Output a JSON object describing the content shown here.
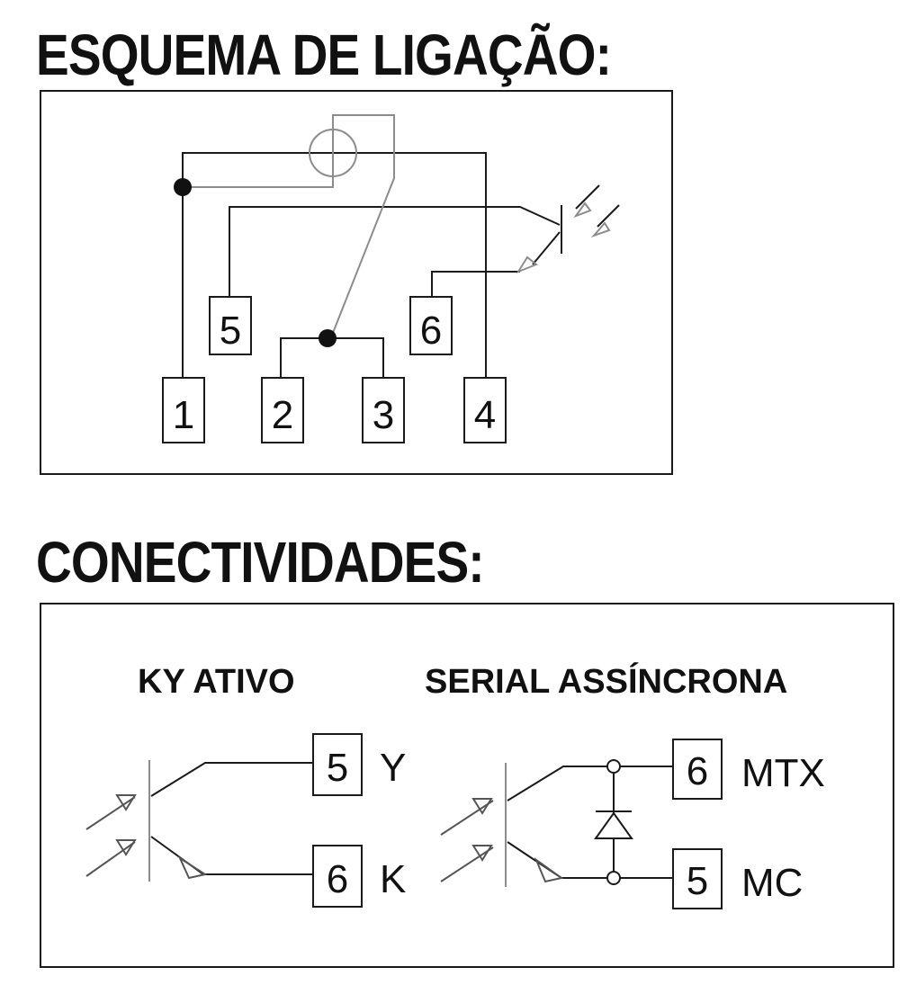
{
  "wiring_diagram": {
    "title": "ESQUEMA DE LIGAÇÃO:",
    "terminals": [
      "1",
      "2",
      "3",
      "4",
      "5",
      "6"
    ]
  },
  "connectivity": {
    "title": "CONECTIVIDADES:",
    "ky_active": {
      "title": "KY ATIVO",
      "pins": [
        {
          "number": "5",
          "signal": "Y"
        },
        {
          "number": "6",
          "signal": "K"
        }
      ]
    },
    "serial_async": {
      "title": "SERIAL ASSÍNCRONA",
      "pins": [
        {
          "number": "6",
          "signal": "MTX"
        },
        {
          "number": "5",
          "signal": "MC"
        }
      ]
    }
  },
  "colors": {
    "line": "#1a1a1a",
    "secondary_line": "#8c8c8c"
  }
}
